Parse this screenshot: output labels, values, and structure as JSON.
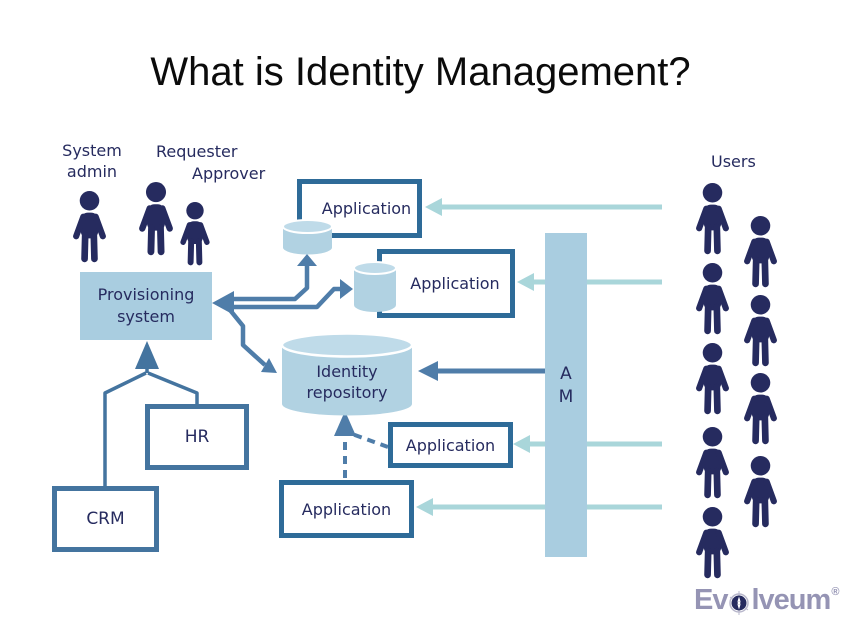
{
  "title": "What is Identity Management?",
  "actors": {
    "system_admin": "System admin",
    "requester": "Requester",
    "approver": "Approver",
    "users": "Users"
  },
  "nodes": {
    "provisioning": "Provisioning system",
    "identity_repository": "Identity repository",
    "hr": "HR",
    "crm": "CRM",
    "access_management": "A\nM",
    "applications": [
      "Application",
      "Application",
      "Application",
      "Application"
    ]
  },
  "logo": {
    "brand_prefix": "Ev",
    "brand_suffix": "lveum",
    "registered_mark": "®"
  },
  "colors": {
    "navy": "#262b5f",
    "steel_blue": "#4f7da9",
    "box_border": "#2e6b98",
    "source_box_border": "#44749f",
    "light_blue_fill": "#a9cde0",
    "cylinder_fill": "#b1d2e2",
    "cylinder_top_fill": "#bfdbe9",
    "teal_arrow": "#a9d6da",
    "logo_gray": "#9594b4"
  }
}
